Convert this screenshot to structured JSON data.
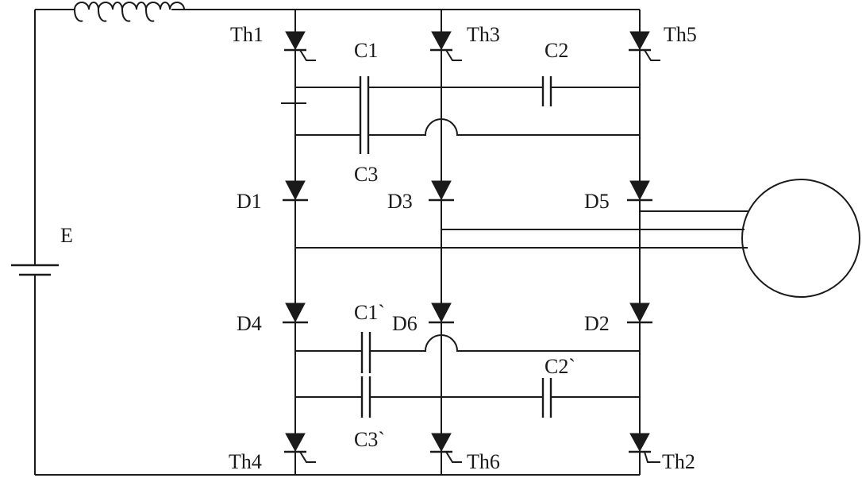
{
  "labels": {
    "source": "E",
    "th1": "Th1",
    "th3": "Th3",
    "th5": "Th5",
    "th4": "Th4",
    "th6": "Th6",
    "th2": "Th2",
    "d1": "D1",
    "d3": "D3",
    "d5": "D5",
    "d4": "D4",
    "d6": "D6",
    "d2": "D2",
    "c1": "C1",
    "c2": "C2",
    "c3": "C3",
    "c1p": "C1`",
    "c2p": "C2`",
    "c3p": "C3`"
  }
}
